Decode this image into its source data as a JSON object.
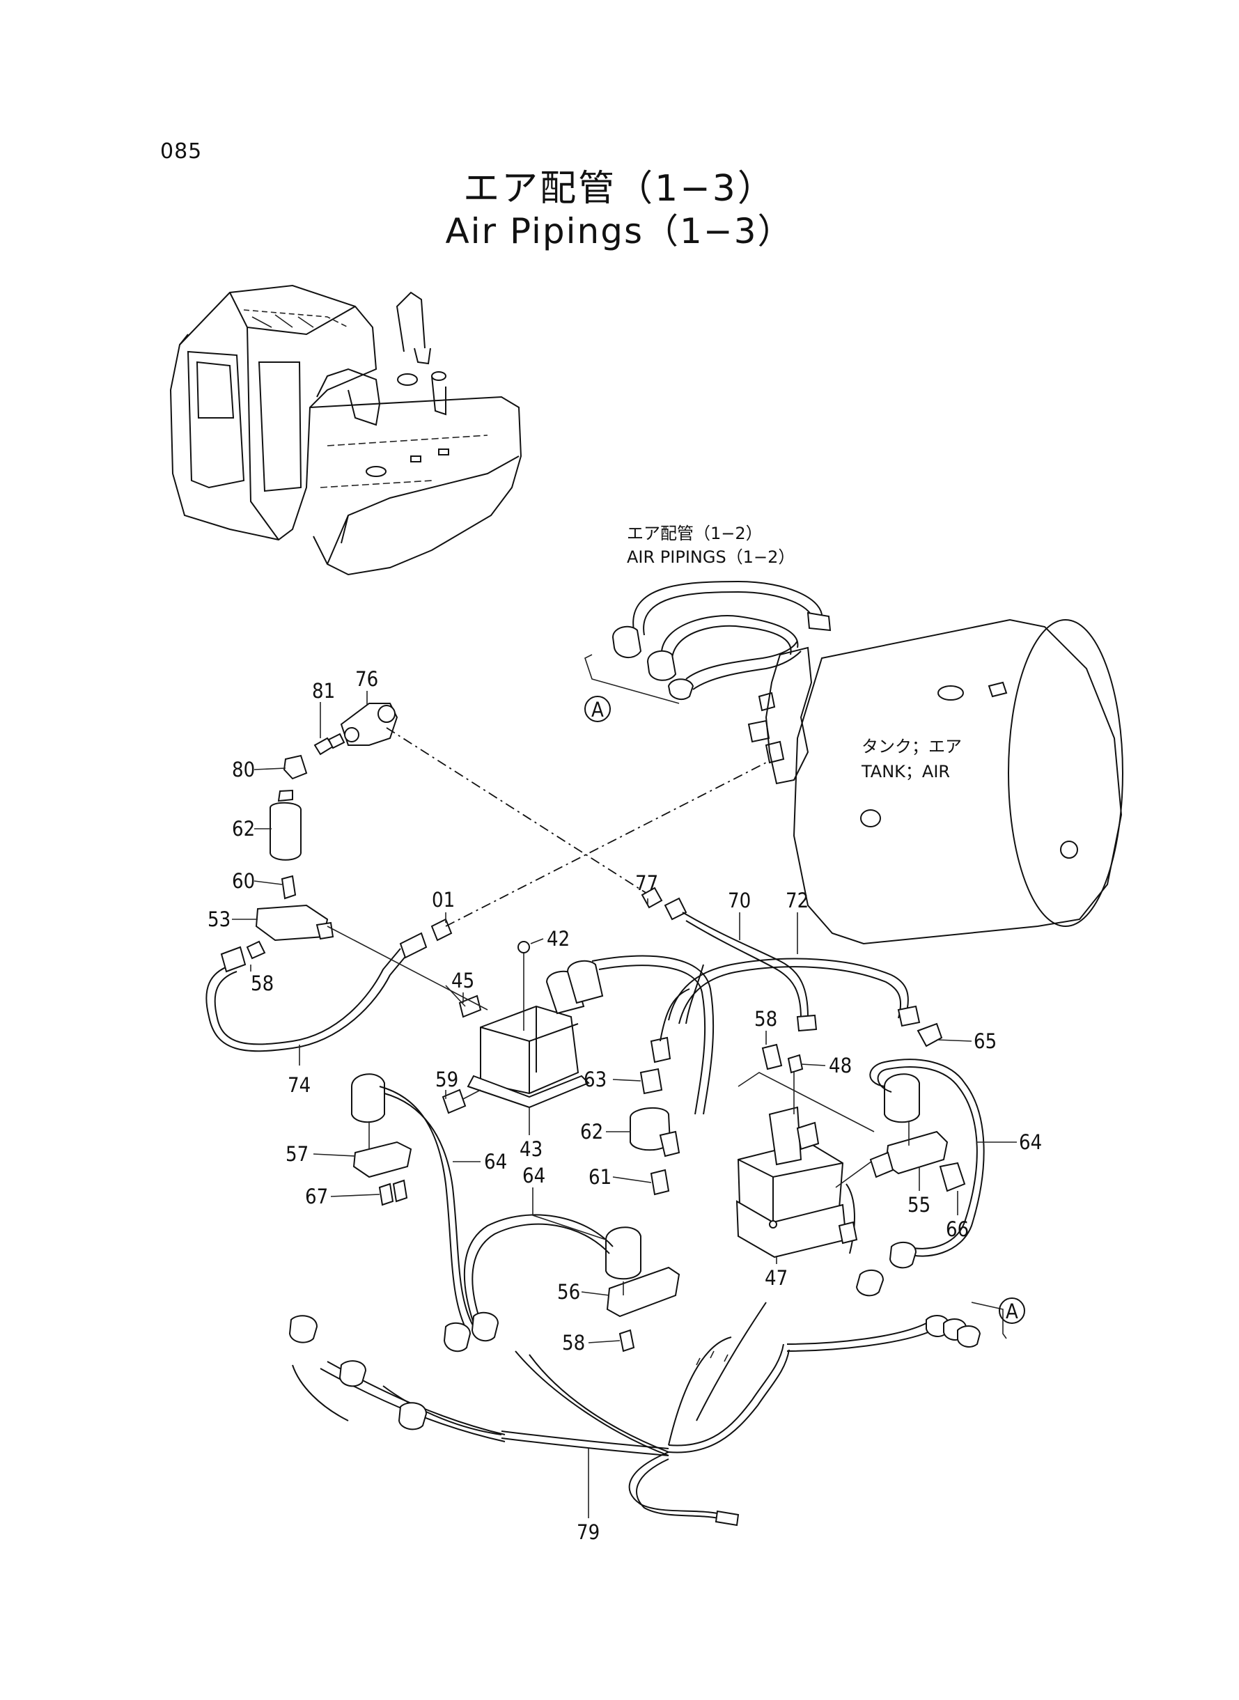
{
  "page_number": "085",
  "title_jp": "エア配管（1−3）",
  "title_en": "Air Pipings（1−3）",
  "references": {
    "ref_jp": "エア配管（1−2）",
    "ref_en": "AIR PIPINGS（1−2）",
    "callout_a": "A",
    "callout_a2": "A"
  },
  "tank": {
    "label_jp": "タンク；エア",
    "label_en": "TANK；AIR"
  },
  "part_labels": {
    "p76": "76",
    "p81": "81",
    "p80": "80",
    "p62a": "62",
    "p60": "60",
    "p53": "53",
    "p58a": "58",
    "p74": "74",
    "p01": "01",
    "p42": "42",
    "p45": "45",
    "p59": "59",
    "p43": "43",
    "p57": "57",
    "p67": "67",
    "p64a": "64",
    "p64b": "64",
    "p77": "77",
    "p70": "70",
    "p72": "72",
    "p58b": "58",
    "p63": "63",
    "p62b": "62",
    "p61": "61",
    "p56": "56",
    "p58c": "58",
    "p48": "48",
    "p47": "47",
    "p65": "65",
    "p55": "55",
    "p66": "66",
    "p64c": "64",
    "p79": "79"
  }
}
